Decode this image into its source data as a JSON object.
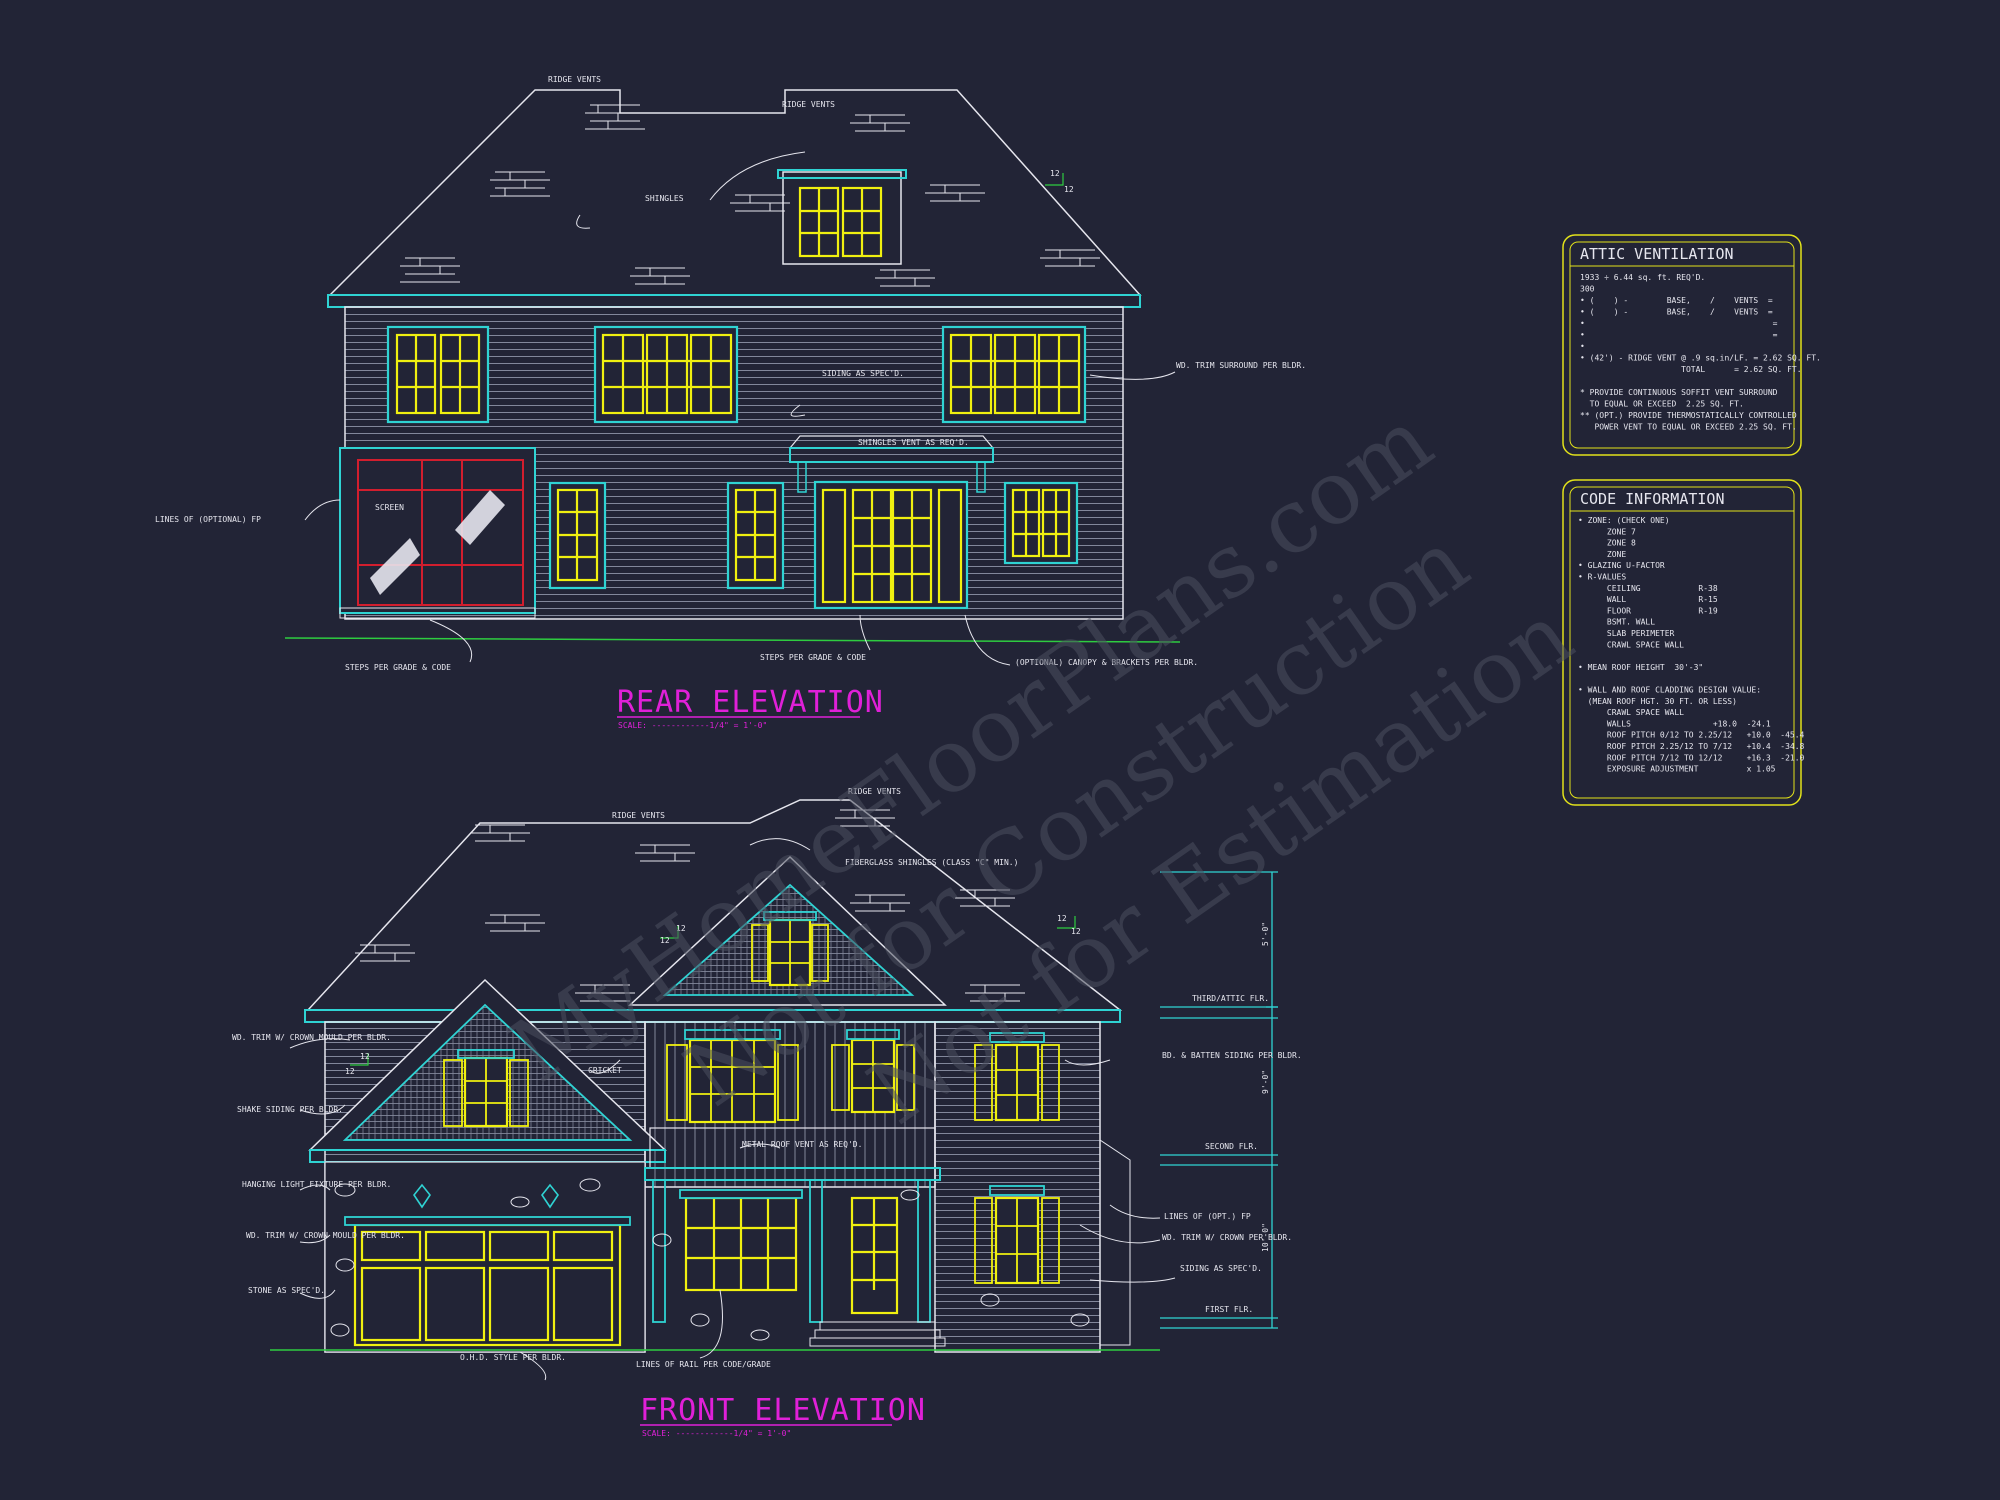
{
  "colors": {
    "background": "#222436",
    "linework": "#e6e6ee",
    "trim": "#2fd3d3",
    "windows": "#f0f010",
    "screen": "#d21e2e",
    "titles": "#e020d8",
    "grade": "#2ecc40",
    "box_border": "#e2e21a"
  },
  "watermark": {
    "line1": "MyHomeFloorPlans.com",
    "line2": "Not for Construction",
    "line3": "Not for Estimation"
  },
  "rear_elevation": {
    "title": "REAR ELEVATION",
    "scale": "SCALE: ------------1/4\" = 1'-0\"",
    "labels": {
      "ridge_vents_1": "RIDGE VENTS",
      "ridge_vents_2": "RIDGE VENTS",
      "shingles": "SHINGLES",
      "pitch_a": "12",
      "pitch_b": "12",
      "siding": "SIDING AS SPEC'D.",
      "wd_trim": "WD. TRIM SURROUND PER BLDR.",
      "shingles_vent": "SHINGLES VENT AS REQ'D.",
      "lines_optional": "LINES OF (OPTIONAL) FP",
      "screen": "SCREEN",
      "steps_1": "STEPS PER GRADE & CODE",
      "steps_2": "STEPS PER GRADE & CODE",
      "canopy": "(OPTIONAL) CANOPY & BRACKETS PER BLDR."
    }
  },
  "front_elevation": {
    "title": "FRONT ELEVATION",
    "scale": "SCALE: ------------1/4\" = 1'-0\"",
    "labels": {
      "ridge_vents_1": "RIDGE VENTS",
      "ridge_vents_2": "RIDGE VENTS",
      "fiberglass": "FIBERGLASS SHINGLES (CLASS \"C\" MIN.)",
      "pitch_a": "12",
      "pitch_b": "12",
      "pitch_c": "12",
      "pitch_d": "12",
      "pitch_e": "12",
      "pitch_f": "12",
      "wd_trim_crown": "WD. TRIM W/ CROWN MOULD PER BLDR.",
      "shake": "SHAKE SIDING PER BLDR.",
      "cricket": "CRICKET",
      "hanging": "HANGING LIGHT FIXTURE PER BLDR.",
      "wd_trim_crown_2": "WD. TRIM W/ CROWN MOULD PER BLDR.",
      "stone": "STONE AS SPEC'D.",
      "metal_roof": "METAL ROOF VENT AS REQ'D.",
      "bd_batten": "BD. & BATTEN SIDING PER BLDR.",
      "ohd": "O.H.D. STYLE PER BLDR.",
      "lines_rail": "LINES OF RAIL PER CODE/GRADE",
      "lines_fp": "LINES OF (OPT.) FP",
      "wd_trim_crown_3": "WD. TRIM W/ CROWN PER BLDR.",
      "siding": "SIDING AS SPEC'D.",
      "third_attic": "THIRD/ATTIC FLR.",
      "second_flr": "SECOND FLR.",
      "first_flr": "FIRST FLR.",
      "dim_top": "5'-0\"",
      "dim_mid": "9'-0\"",
      "dim_bot": "10'-0\""
    }
  },
  "attic_ventilation": {
    "title": "ATTIC VENTILATION",
    "lines": [
      "1933 ÷ 6.44 sq. ft. REQ'D.",
      "300",
      "• (    ) -        BASE,    /    VENTS  =",
      "• (    ) -        BASE,    /    VENTS  =",
      "•                                       =",
      "•                                       =",
      "•",
      "• (42') - RIDGE VENT @ .9 sq.in/LF. = 2.62 SQ. FT.",
      "                     TOTAL      = 2.62 SQ. FT.",
      "",
      "* PROVIDE CONTINUOUS SOFFIT VENT SURROUND",
      "  TO EQUAL OR EXCEED  2.25 SQ. FT.",
      "** (OPT.) PROVIDE THERMOSTATICALLY CONTROLLED",
      "   POWER VENT TO EQUAL OR EXCEED 2.25 SQ. FT."
    ]
  },
  "code_information": {
    "title": "CODE INFORMATION",
    "lines": [
      "• ZONE: (CHECK ONE)",
      "      ZONE 7",
      "      ZONE 8",
      "      ZONE",
      "• GLAZING U-FACTOR",
      "• R-VALUES",
      "      CEILING            R-38",
      "      WALL               R-15",
      "      FLOOR              R-19",
      "      BSMT. WALL",
      "      SLAB PERIMETER",
      "      CRAWL SPACE WALL",
      "",
      "• MEAN ROOF HEIGHT  30'-3\"",
      "",
      "• WALL AND ROOF CLADDING DESIGN VALUE:",
      "  (MEAN ROOF HGT. 30 FT. OR LESS)",
      "      CRAWL SPACE WALL",
      "      WALLS                 +18.0  -24.1",
      "      ROOF PITCH 0/12 TO 2.25/12   +10.0  -45.4",
      "      ROOF PITCH 2.25/12 TO 7/12   +10.4  -34.8",
      "      ROOF PITCH 7/12 TO 12/12     +16.3  -21.0",
      "      EXPOSURE ADJUSTMENT          x 1.05"
    ]
  }
}
